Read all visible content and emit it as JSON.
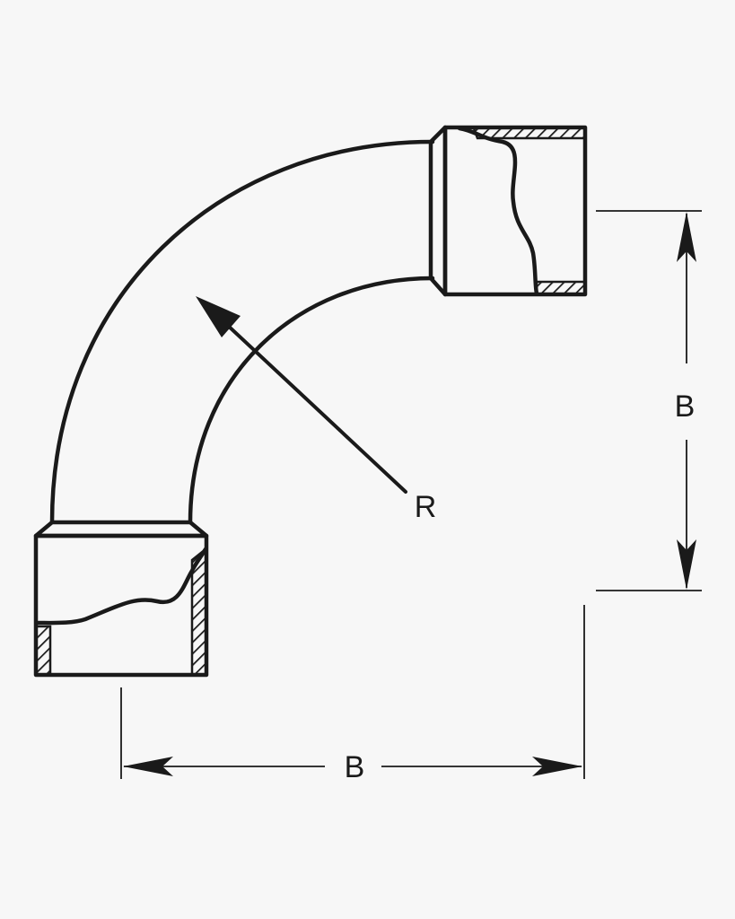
{
  "labels": {
    "radius": "R",
    "bottom_dimension": "B",
    "right_dimension": "B"
  }
}
